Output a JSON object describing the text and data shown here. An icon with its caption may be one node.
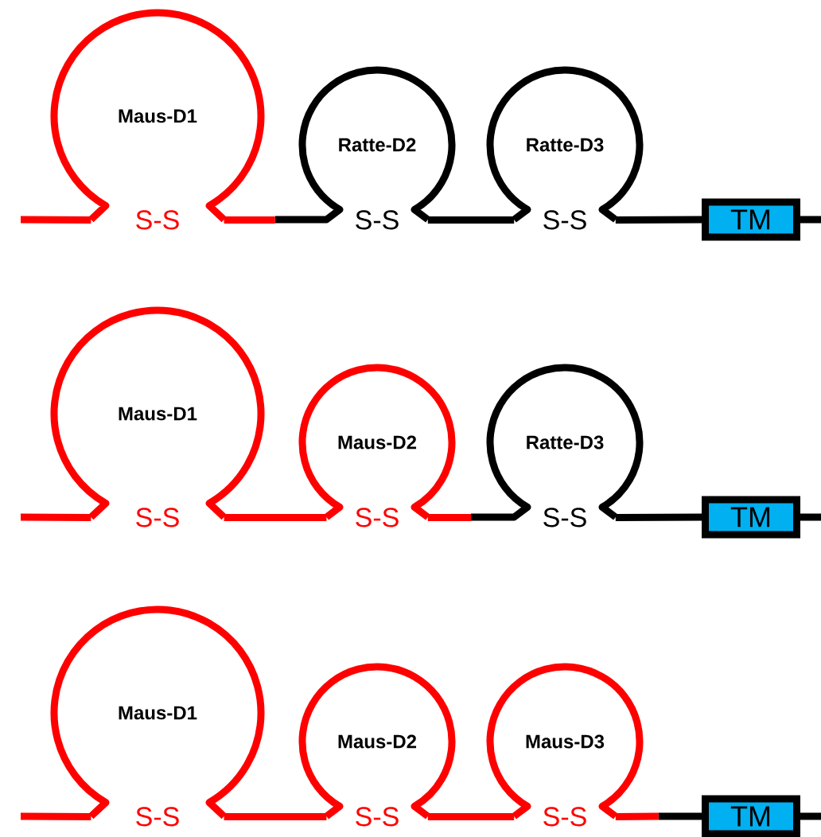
{
  "diagram": {
    "nodes": [
      {
        "text": [
          "Maus-D1",
          "S-S"
        ]
      },
      {
        "text": [
          "Ratte-D2",
          "S-S"
        ]
      },
      {
        "text": [
          "Ratte-D3",
          "S-S"
        ]
      },
      {
        "text": [
          "TM"
        ]
      },
      {
        "text": [
          "Maus-D1",
          "S-S"
        ]
      },
      {
        "text": [
          "Maus-D2",
          "S-S"
        ]
      },
      {
        "text": [
          "Ratte-D3",
          "S-S"
        ]
      },
      {
        "text": [
          "TM"
        ]
      },
      {
        "text": [
          "Maus-D1",
          "S-S"
        ]
      },
      {
        "text": [
          "Maus-D2",
          "S-S"
        ]
      },
      {
        "text": [
          "Maus-D3",
          "S-S"
        ]
      },
      {
        "text": [
          "TM"
        ]
      }
    ],
    "edges": [
      {
        "from": null,
        "to": 0,
        "arrow": "none"
      },
      {
        "from": 0,
        "to": 1,
        "arrow": "none"
      },
      {
        "from": 1,
        "to": 2,
        "arrow": "none",
        "color": "#000000"
      },
      {
        "from": 2,
        "to": 3,
        "arrow": "none",
        "color": "#000000"
      },
      {
        "from": 3,
        "to": null,
        "arrow": "none",
        "color": "#000000"
      },
      {
        "from": null,
        "to": 4,
        "arrow": "none"
      },
      {
        "from": 4,
        "to": 5,
        "arrow": "none"
      },
      {
        "from": 5,
        "to": 6,
        "arrow": "none"
      },
      {
        "from": 6,
        "to": 7,
        "arrow": "none",
        "color": "#000000"
      },
      {
        "from": 7,
        "to": null,
        "arrow": "none",
        "color": "#000000"
      },
      {
        "from": null,
        "to": 8,
        "arrow": "none"
      },
      {
        "from": 8,
        "to": 9,
        "arrow": "none"
      },
      {
        "from": 9,
        "to": 10,
        "arrow": "none"
      },
      {
        "from": 10,
        "to": 11,
        "arrow": "none"
      },
      {
        "from": 11,
        "to": null,
        "arrow": "none",
        "color": "#000000"
      }
    ]
  }
}
